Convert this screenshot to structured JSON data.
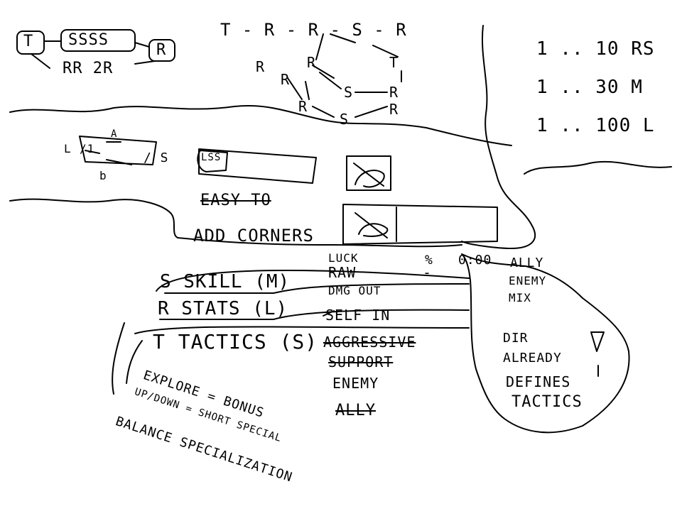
{
  "top_left_chain": {
    "t": "T",
    "s": "SSSS",
    "r": "R",
    "bottom": "RR 2R"
  },
  "top_middle_graph": {
    "row1": "T - R - R - S - R",
    "t2": "T",
    "r1": "R",
    "r2": "R",
    "r3": "R",
    "r4": "R",
    "r5": "R",
    "r6": "R",
    "s1": "S",
    "s2": "S"
  },
  "scales": [
    "1 .. 10 RS",
    "1 .. 30 M",
    "1 .. 100 L"
  ],
  "slider": {
    "left": "L",
    "mark": "/1",
    "right": "/ S",
    "top": "A",
    "bottom": "b"
  },
  "bar": {
    "label": "LSS"
  },
  "easy_to": "EASY TO",
  "add_corners": "ADD CORNERS",
  "list": {
    "skill": "S SKILL (M)",
    "stats": "R STATS (L)",
    "tactics": "T TACTICS (S)"
  },
  "notes": {
    "luck": "LUCK",
    "raw": "RAW",
    "pct": "%",
    "dash": "-",
    "dmg_out": "DMG OUT",
    "self_in": "SELF IN",
    "aggressive": "AGGRESSIVE",
    "support": "SUPPORT",
    "enemy": "ENEMY",
    "ally": "ALLY",
    "hundred": "0:00",
    "ally2": "ALLY",
    "enemy2": "ENEMY",
    "mix": "MIX",
    "dir_already": [
      "DIR",
      "ALREADY",
      "DEFINES",
      "TACTICS"
    ]
  },
  "bottom_notes": [
    "EXPLORE = BONUS",
    "UP/DOWN = SHORT SPECIAL",
    "BALANCE SPECIALIZATION"
  ]
}
